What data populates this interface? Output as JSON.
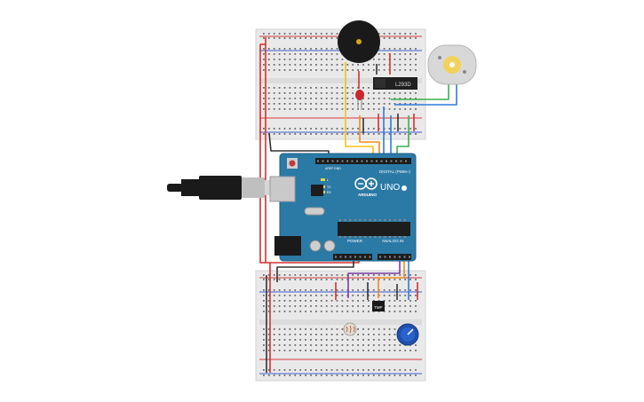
{
  "canvas": {
    "background": "#ffffff"
  },
  "colors": {
    "breadboard": "#e9e9e9",
    "breadboard_hole": "#6c6c6c",
    "rail_red": "#d23c3c",
    "rail_blue": "#3c5fd2",
    "arduino_board": "#2b7aa6",
    "arduino_dark": "#1f5f84",
    "header_black": "#1d1d1d",
    "wire_red": "#d43131",
    "wire_black": "#333333",
    "wire_yellow": "#f2c318",
    "wire_orange": "#f08c1e",
    "wire_blue": "#2f7bd9",
    "wire_green": "#3bb04a",
    "wire_purple": "#7b3fa6",
    "usb_cable": "#1a1a1a",
    "usb_plug": "#bfbfbf",
    "buzzer": "#1a1a1a",
    "led": "#c9272b",
    "motor_body": "#d8d8d8",
    "motor_shaft": "#f2d25a",
    "pot_body": "#1f4fae",
    "ldr": "#e4ddd2"
  },
  "components": {
    "driver_chip": {
      "label": "L293D"
    },
    "arduino": {
      "logo_text": "ARDUINO",
      "model_text": "UNO",
      "digital_header_label": "DIGITAL (PWM~)",
      "power_label": "POWER",
      "analog_label": "ANALOG IN",
      "aref_label": "AREF",
      "gnd_label": "GND",
      "tx_label": "TX",
      "rx_label": "RX",
      "l_label": "L",
      "on_label": "ON"
    },
    "temp_sensor": {
      "label": "TMP"
    }
  },
  "icons": {
    "usb_cable": "usb-cable-icon",
    "buzzer": "piezo-buzzer-icon",
    "motor": "dc-motor-icon",
    "led": "red-led-icon",
    "potentiometer": "potentiometer-icon",
    "photoresistor": "photoresistor-icon",
    "temp_sensor": "temperature-sensor-icon"
  }
}
